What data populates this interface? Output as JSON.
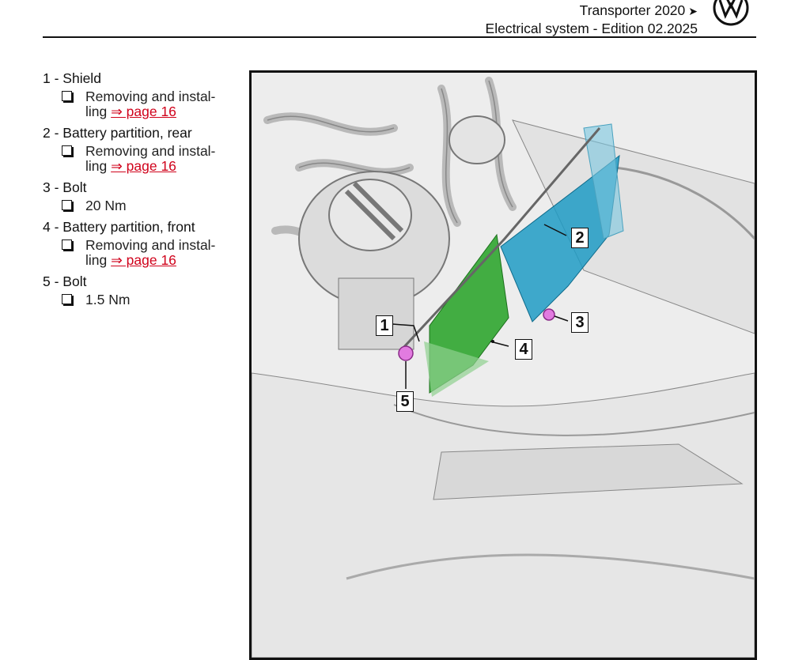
{
  "header": {
    "line1": "Transporter 2020",
    "arrow": "➤",
    "line2": "Electrical system - Edition 02.2025",
    "logo_icon": "vw-logo-icon"
  },
  "legend": [
    {
      "title": "1 - Shield",
      "subs": [
        {
          "text": "Removing and instal-",
          "text2": "ling",
          "link": "⇒ page 16"
        }
      ]
    },
    {
      "title": "2 - Battery partition, rear",
      "subs": [
        {
          "text": "Removing and instal-",
          "text2": "ling",
          "link": "⇒ page 16"
        }
      ]
    },
    {
      "title": "3 - Bolt",
      "subs": [
        {
          "text": "20 Nm"
        }
      ]
    },
    {
      "title": "4 - Battery partition, front",
      "subs": [
        {
          "text": "Removing and instal-",
          "text2": "ling",
          "link": "⇒ page 16"
        }
      ]
    },
    {
      "title": "5 - Bolt",
      "subs": [
        {
          "text": "1.5 Nm"
        }
      ]
    }
  ],
  "figure": {
    "callouts": [
      "1",
      "2",
      "3",
      "4",
      "5"
    ],
    "colors": {
      "rear_partition": "#1f9bc4",
      "front_partition": "#2fa52f",
      "bolt": "#e27be0"
    }
  }
}
